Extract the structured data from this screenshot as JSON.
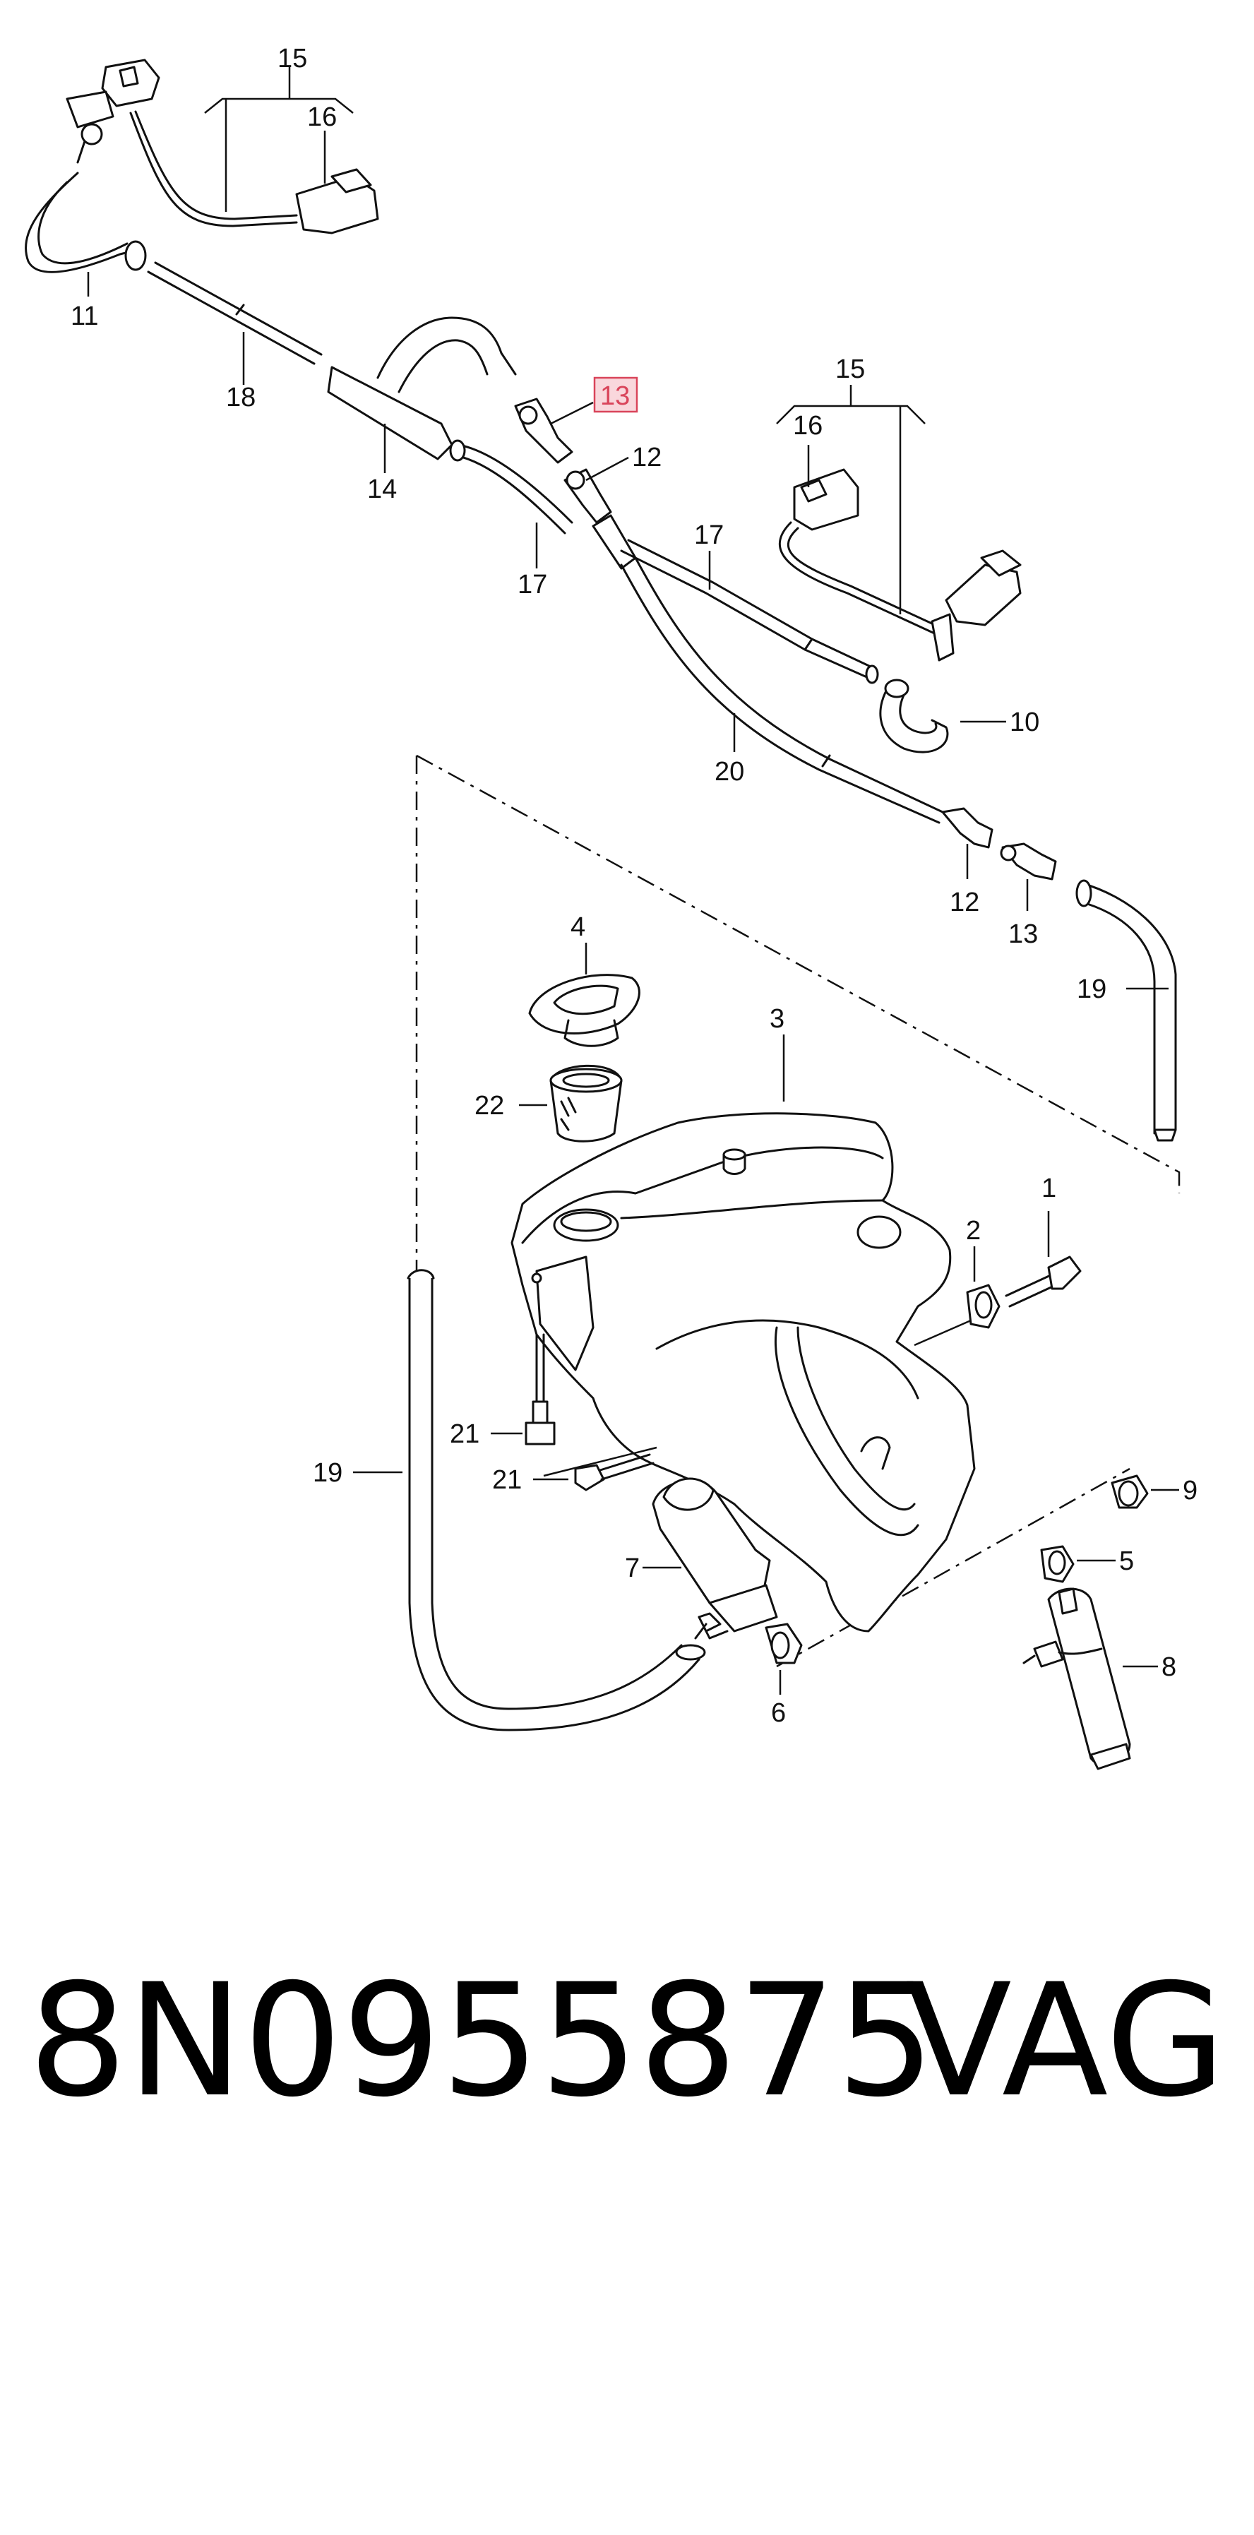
{
  "labels": {
    "l15a": "15",
    "l16a": "16",
    "l11": "11",
    "l18": "18",
    "l14": "14",
    "l13a": "13",
    "l12a": "12",
    "l17a": "17",
    "l17b": "17",
    "l15b": "15",
    "l16b": "16",
    "l10": "10",
    "l20": "20",
    "l12b": "12",
    "l13b": "13",
    "l19a": "19",
    "l4": "4",
    "l3": "3",
    "l22": "22",
    "l1": "1",
    "l2": "2",
    "l21a": "21",
    "l21b": "21",
    "l19b": "19",
    "l9": "9",
    "l7": "7",
    "l5": "5",
    "l8": "8",
    "l6": "6"
  },
  "highlight": {
    "part": "13",
    "color": "#d9445a",
    "fill": "#f9d7dc"
  },
  "footer": {
    "part_number": "8N0955875",
    "brand": "VAG"
  }
}
